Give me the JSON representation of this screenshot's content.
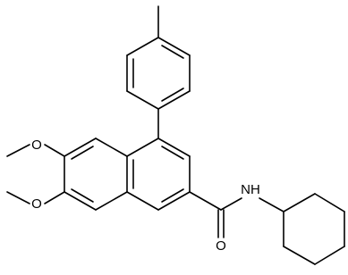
{
  "molecule": {
    "atoms": {
      "oxygen_1": "O",
      "oxygen_2": "O",
      "oxygen_3": "O",
      "nitrogen_hydrogen": "NH"
    },
    "colors": {
      "bond": "#000000",
      "label": "#000000",
      "background": "#ffffff"
    }
  }
}
